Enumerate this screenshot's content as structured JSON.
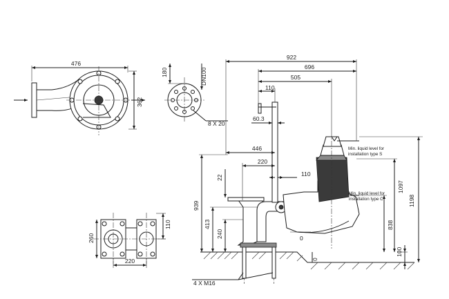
{
  "dimensions": {
    "plan_width": "476",
    "plan_height": "362",
    "flange_top": "180",
    "flange_dn": "DN100",
    "flange_holes": "8 X 20",
    "overall_width": "922",
    "width_696": "696",
    "width_505": "505",
    "width_110_top": "110",
    "offset_60_3": "60.3",
    "width_446": "446",
    "width_220_side": "220",
    "width_110_side": "110",
    "height_22": "22",
    "height_939": "939",
    "height_413": "413",
    "height_240": "240",
    "zero_mark": "0",
    "zero_bottom": "0",
    "height_1097": "1097",
    "height_1198": "1198",
    "height_838": "838",
    "height_100": "100",
    "base_height_260": "260",
    "base_width_220": "220",
    "base_width_110": "110",
    "anchor_bolts": "4 X M16"
  },
  "notes": {
    "level_s_line1": "Min. liquid level for",
    "level_s_line2": "installation type S",
    "level_c_line1": "Min. liquid level for",
    "level_c_line2": "installation type C"
  }
}
